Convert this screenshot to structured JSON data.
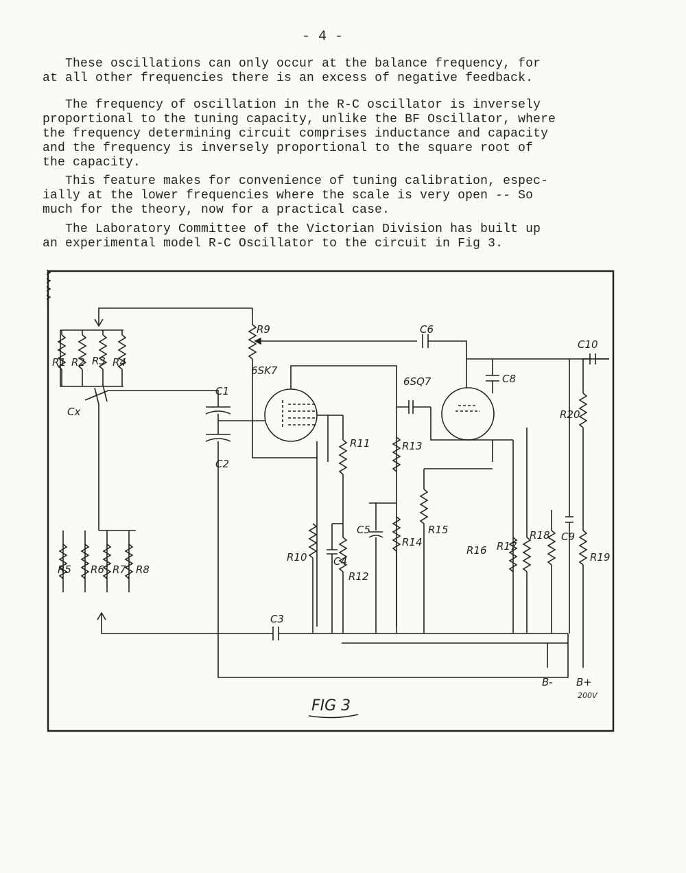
{
  "page_number": "- 4 -",
  "paragraphs": [
    "   These oscillations can only occur at the balance frequency, for\nat all other frequencies there is an excess of negative feedback.",
    "   The frequency of oscillation in the R-C oscillator is inversely\nproportional to the tuning capacity, unlike the BF Oscillator, where\nthe frequency determining circuit comprises inductance and capacity\nand the frequency is inversely proportional to the square root of\nthe capacity.",
    "   This feature makes for convenience of tuning calibration, espec-\nially at the lower frequencies where the scale is very open -- So\nmuch for the theory, now for a practical case.",
    "   The Laboratory Committee of the Victorian Division has built up\nan experimental model R-C Oscillator to the circuit in Fig 3."
  ],
  "figure": {
    "caption": "FIG 3",
    "labels": {
      "R1": "R1",
      "R2": "R2",
      "R3": "R3",
      "R4": "R4",
      "R5": "R5",
      "R6": "R6",
      "R7": "R7",
      "R8": "R8",
      "R9": "R9",
      "R10": "R10",
      "R11": "R11",
      "R12": "R12",
      "R13": "R13",
      "R14": "R14",
      "R15": "R15",
      "R16": "R16",
      "R17": "R17",
      "R18": "R18",
      "R19": "R19",
      "R20": "R20",
      "C1": "C1",
      "C2": "C2",
      "C3": "C3",
      "C4": "C4",
      "C5": "C5",
      "C6": "C6",
      "C8": "C8",
      "C9": "C9",
      "C10": "C10",
      "Cx": "Cx",
      "tube1": "6SK7",
      "tube2": "6SQ7",
      "b_minus": "B-",
      "b_plus": "B+",
      "voltage": "200V"
    }
  }
}
